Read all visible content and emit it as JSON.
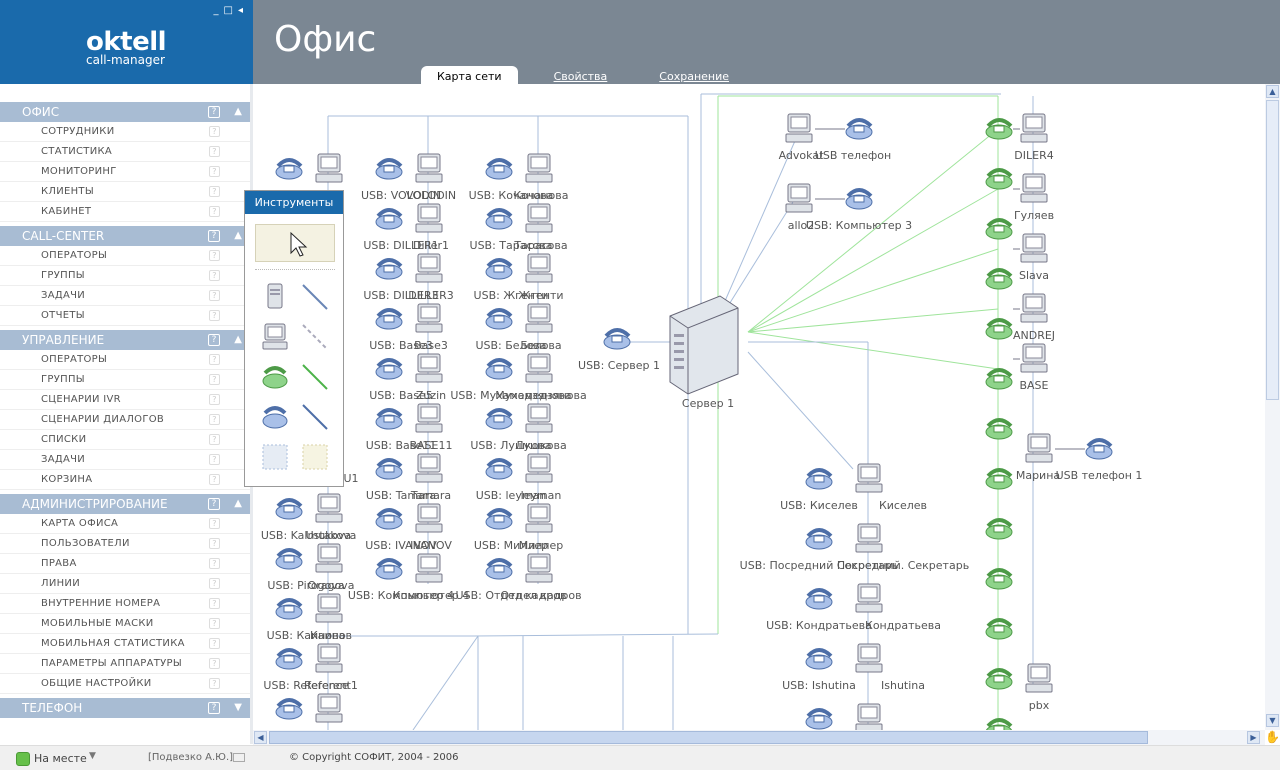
{
  "app": {
    "logo_main": "oktell",
    "logo_sub": "call-manager",
    "window_buttons": [
      "_",
      "□",
      "◂"
    ]
  },
  "header": {
    "title": "Офис",
    "tabs": [
      {
        "label": "Карта сети",
        "active": true
      },
      {
        "label": "Свойства",
        "active": false
      },
      {
        "label": "Сохранение",
        "active": false
      }
    ]
  },
  "sidebar": {
    "sections": [
      {
        "title": "ОФИС",
        "expanded": true,
        "items": [
          "СОТРУДНИКИ",
          "СТАТИСТИКА",
          "МОНИТОРИНГ",
          "КЛИЕНТЫ",
          "КАБИНЕТ"
        ]
      },
      {
        "title": "CALL-CENTER",
        "expanded": true,
        "items": [
          "ОПЕРАТОРЫ",
          "ГРУППЫ",
          "ЗАДАЧИ",
          "ОТЧЕТЫ"
        ]
      },
      {
        "title": "УПРАВЛЕНИЕ",
        "expanded": true,
        "items": [
          "ОПЕРАТОРЫ",
          "ГРУППЫ",
          "СЦЕНАРИИ IVR",
          "СЦЕНАРИИ ДИАЛОГОВ",
          "СПИСКИ",
          "ЗАДАЧИ",
          "КОРЗИНА"
        ]
      },
      {
        "title": "АДМИНИСТРИРОВАНИЕ",
        "expanded": true,
        "items": [
          "КАРТА ОФИСА",
          "ПОЛЬЗОВАТЕЛИ",
          "ПРАВА",
          "ЛИНИИ",
          "ВНУТРЕННИЕ НОМЕРА",
          "МОБИЛЬНЫЕ МАСКИ",
          "МОБИЛЬНАЯ СТАТИСТИКА",
          "ПАРАМЕТРЫ АППАРАТУРЫ",
          "ОБЩИЕ НАСТРОЙКИ"
        ]
      },
      {
        "title": "ТЕЛЕФОН",
        "expanded": false,
        "items": []
      }
    ]
  },
  "tools_panel": {
    "title": "Инструменты",
    "tools": [
      "pointer-tool",
      "server-tool",
      "link-tool",
      "computer-tool",
      "dashed-link-tool",
      "green-phone-tool",
      "green-link-tool",
      "blue-phone-tool",
      "blue-link-tool",
      "blue-area-tool",
      "yellow-area-tool"
    ]
  },
  "network_map": {
    "server": {
      "label": "Сервер 1"
    },
    "server_phone": {
      "label": "USB: Сервер 1"
    },
    "left_column": [
      "USB: Kalmukova",
      "USB: Pirogova",
      "USB: Каинова",
      "USB: Reference"
    ],
    "left_column_computers": [
      "Ustakova",
      "Oragova",
      "Каинов",
      "Referent1"
    ],
    "left_partial_labels": [
      "U1"
    ],
    "column_a": [
      "USB: VOLODIN",
      "USB: DILLER1",
      "USB: DILLER3",
      "USB: Base3",
      "USB: Base5",
      "USB: Base11",
      "USB: Tamara",
      "USB: IVANOV",
      "USB: Компьютер 4"
    ],
    "column_a_computers": [
      "VOLODIN",
      "Diller1",
      "DILLER3",
      "Base3",
      "Zuzin",
      "BASE11",
      "Tamara",
      "IVANOV",
      "Компьютер 4"
    ],
    "column_b": [
      "USB: Кочанова",
      "USB: Тарасова",
      "USB: Жгенти",
      "USB: Белова",
      "USB: Мухамедзянова",
      "USB: Лушкова",
      "USB: leyman",
      "USB: Миллер",
      "USB: Отдел кадров"
    ],
    "column_b_computers": [
      "Кочанова",
      "Тарасова",
      "Жгенти",
      "Белова",
      "Мухамедзянова",
      "Лушкова",
      "leyman",
      "Миллер",
      "Отдел кадров"
    ],
    "top_group": [
      "Advokat",
      "USB телефон",
      "allo2",
      "USB: Компьютер 3"
    ],
    "right_column": [
      "DILER4",
      "Гуляев",
      "Slava",
      "ANDREJ",
      "BASE",
      "Марина",
      "USB телефон 1",
      "pbx"
    ],
    "bottom_group": [
      "USB: Киселев",
      "Киселев",
      "USB: Посредний Секретарь",
      "Посредний. Секретарь",
      "USB: Кондратьева",
      "Кондратьева",
      "USB: Ishutina",
      "Ishutina"
    ]
  },
  "status_bar": {
    "status": "На месте",
    "user": "[Подвезко А.Ю.]",
    "copyright": "© Copyright СОФИТ, 2004 - 2006"
  },
  "colors": {
    "brand": "#1a6aab",
    "header_bg": "#7b8793",
    "section_bg": "#a8bcd3",
    "link_green": "#9fe49b",
    "link_blue": "#a9bedb"
  }
}
